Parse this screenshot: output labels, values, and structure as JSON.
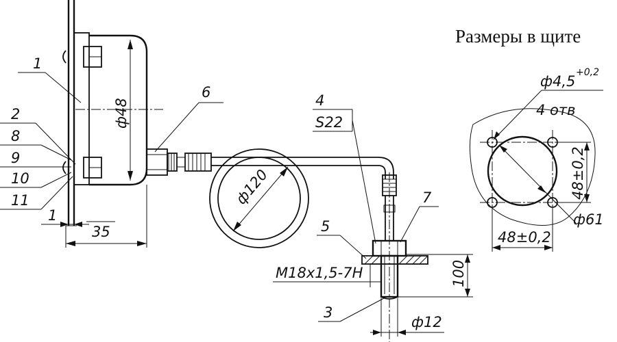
{
  "title": "Размеры в щите",
  "dimensions": {
    "d48": "ф48",
    "d120": "ф120",
    "d12": "ф12",
    "d61": "ф61",
    "d4_5": "ф4,5",
    "tol_02": "+0,2",
    "holes": "4 отв",
    "s22": "S22",
    "thread": "M18x1,5-7H",
    "len35": "35",
    "len1": "1",
    "len100": "100",
    "w48_h": "48±0,2",
    "w48_v": "48±0,2"
  },
  "callouts": [
    "1",
    "2",
    "8",
    "9",
    "10",
    "11",
    "6",
    "4",
    "5",
    "7",
    "3"
  ]
}
